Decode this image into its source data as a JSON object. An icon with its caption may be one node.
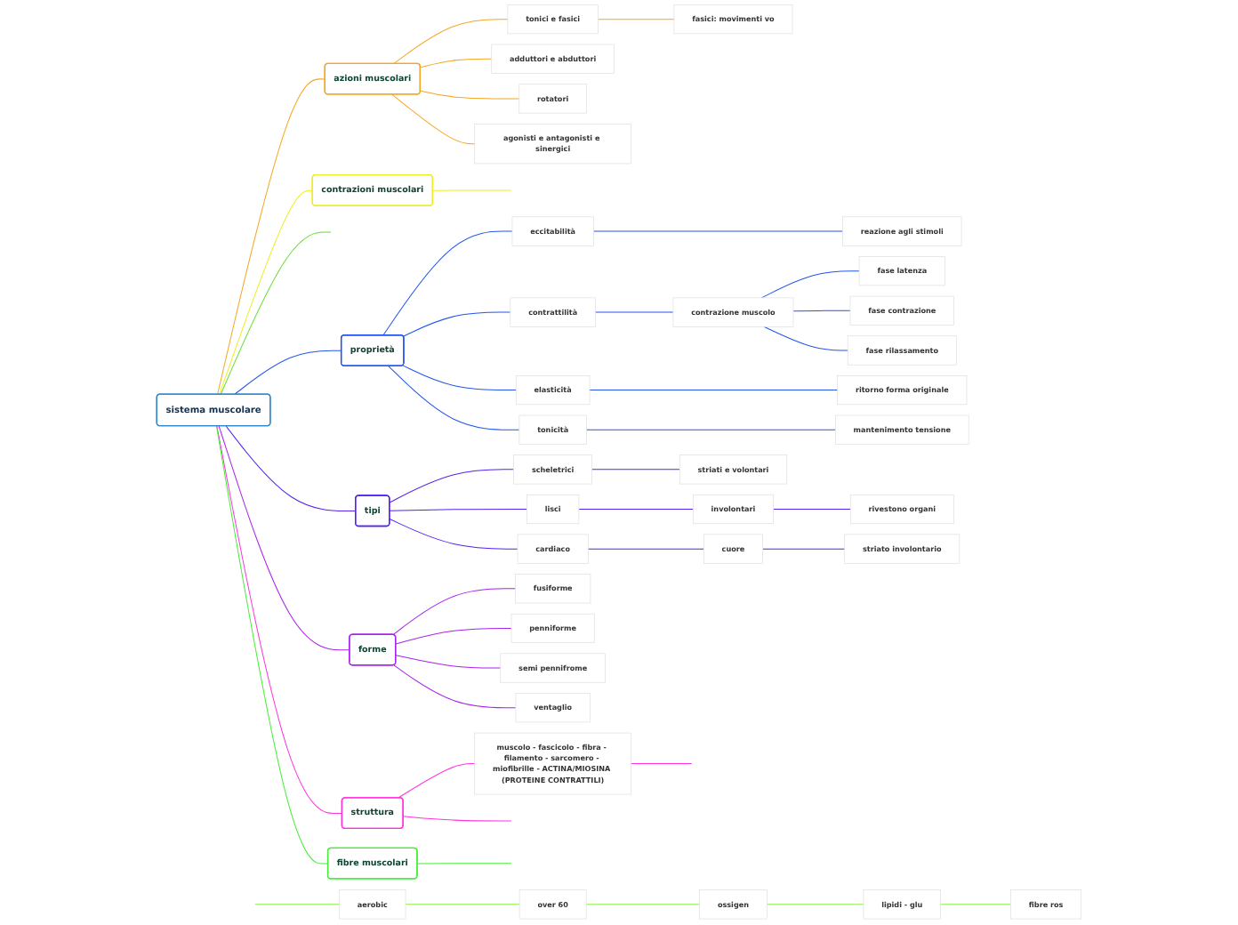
{
  "diagram": {
    "nodes": [
      {
        "text": [
          "sistema muscolare"
        ]
      },
      {
        "text": [
          "azioni muscolari"
        ]
      },
      {
        "text": [
          "tonici e fasici"
        ]
      },
      {
        "text": [
          "fasici: movimenti vo"
        ]
      },
      {
        "text": [
          "adduttori e abduttori"
        ]
      },
      {
        "text": [
          "rotatori"
        ]
      },
      {
        "text": [
          "agonisti e antagonisti e sinergici"
        ]
      },
      {
        "text": [
          "contrazioni muscolari"
        ]
      },
      {
        "text": [
          "proprietà"
        ]
      },
      {
        "text": [
          "eccitabilità"
        ]
      },
      {
        "text": [
          "reazione agli stimoli"
        ]
      },
      {
        "text": [
          "contrattilità"
        ]
      },
      {
        "text": [
          "contrazione muscolo"
        ]
      },
      {
        "text": [
          "fase latenza"
        ]
      },
      {
        "text": [
          "fase contrazione"
        ]
      },
      {
        "text": [
          "fase rilassamento"
        ]
      },
      {
        "text": [
          "elasticità"
        ]
      },
      {
        "text": [
          "ritorno forma originale"
        ]
      },
      {
        "text": [
          "tonicità"
        ]
      },
      {
        "text": [
          "mantenimento tensione"
        ]
      },
      {
        "text": [
          "tipi"
        ]
      },
      {
        "text": [
          "scheletrici"
        ]
      },
      {
        "text": [
          "striati e volontari"
        ]
      },
      {
        "text": [
          "lisci"
        ]
      },
      {
        "text": [
          "involontari"
        ]
      },
      {
        "text": [
          "rivestono organi"
        ]
      },
      {
        "text": [
          "cardiaco"
        ]
      },
      {
        "text": [
          "cuore"
        ]
      },
      {
        "text": [
          "striato involontario"
        ]
      },
      {
        "text": [
          "forme"
        ]
      },
      {
        "text": [
          "fusiforme"
        ]
      },
      {
        "text": [
          "penniforme"
        ]
      },
      {
        "text": [
          "semi pennifrome"
        ]
      },
      {
        "text": [
          "ventaglio"
        ]
      },
      {
        "text": [
          "struttura"
        ]
      },
      {
        "text": [
          "muscolo - fascicolo - fibra - filamento - sarcomero - miofibrille - ACTINA/MIOSINA (PROTEINE CONTRATTILI)"
        ]
      },
      {
        "text": [
          "fibre muscolari"
        ]
      },
      {
        "text": [
          "aerobic"
        ]
      },
      {
        "text": [
          "over 60"
        ]
      },
      {
        "text": [
          "ossigen"
        ]
      },
      {
        "text": [
          "lipidi - glu"
        ]
      },
      {
        "text": [
          "fibre ros"
        ]
      }
    ],
    "edges": [
      {
        "from": 0,
        "to": 1,
        "arrow": "none",
        "color": "#f5a623"
      },
      {
        "from": 1,
        "to": 2,
        "arrow": "none",
        "color": "#f5a623"
      },
      {
        "from": 2,
        "to": 3,
        "arrow": "none",
        "color": "#f5a623"
      },
      {
        "from": 1,
        "to": 4,
        "arrow": "none",
        "color": "#f5a623"
      },
      {
        "from": 1,
        "to": 5,
        "arrow": "none",
        "color": "#f5a623"
      },
      {
        "from": 1,
        "to": 6,
        "arrow": "none",
        "color": "#f5a623"
      },
      {
        "from": 0,
        "to": 7,
        "arrow": "none",
        "color": "#eeee22"
      },
      {
        "from": 7,
        "to": null,
        "arrow": "none",
        "color": "#eeee22"
      },
      {
        "from": 0,
        "to": null,
        "arrow": "none",
        "color": "#66dd33"
      },
      {
        "from": 0,
        "to": 8,
        "arrow": "none",
        "color": "#2255ee"
      },
      {
        "from": 8,
        "to": 9,
        "arrow": "none",
        "color": "#2255ee"
      },
      {
        "from": 9,
        "to": 10,
        "arrow": "none",
        "color": "#2255ee"
      },
      {
        "from": 8,
        "to": 11,
        "arrow": "none",
        "color": "#2255ee"
      },
      {
        "from": 11,
        "to": 12,
        "arrow": "none",
        "color": "#2255ee"
      },
      {
        "from": 12,
        "to": 13,
        "arrow": "none",
        "color": "#2255ee"
      },
      {
        "from": 12,
        "to": 14,
        "arrow": "none",
        "color": "#2255ee"
      },
      {
        "from": 12,
        "to": 15,
        "arrow": "none",
        "color": "#2255ee"
      },
      {
        "from": 8,
        "to": 16,
        "arrow": "none",
        "color": "#2255ee"
      },
      {
        "from": 16,
        "to": 17,
        "arrow": "none",
        "color": "#2255ee"
      },
      {
        "from": 8,
        "to": 18,
        "arrow": "none",
        "color": "#2255ee"
      },
      {
        "from": 18,
        "to": 19,
        "arrow": "none",
        "color": "#2255ee"
      },
      {
        "from": 0,
        "to": 20,
        "arrow": "none",
        "color": "#5522ee"
      },
      {
        "from": 20,
        "to": 21,
        "arrow": "none",
        "color": "#5522ee"
      },
      {
        "from": 21,
        "to": 22,
        "arrow": "none",
        "color": "#5522ee"
      },
      {
        "from": 20,
        "to": 23,
        "arrow": "none",
        "color": "#5522ee"
      },
      {
        "from": 23,
        "to": 24,
        "arrow": "none",
        "color": "#5522ee"
      },
      {
        "from": 24,
        "to": 25,
        "arrow": "none",
        "color": "#5522ee"
      },
      {
        "from": 20,
        "to": 26,
        "arrow": "none",
        "color": "#5522ee"
      },
      {
        "from": 26,
        "to": 27,
        "arrow": "none",
        "color": "#5522ee"
      },
      {
        "from": 27,
        "to": 28,
        "arrow": "none",
        "color": "#5522ee"
      },
      {
        "from": 0,
        "to": 29,
        "arrow": "none",
        "color": "#aa22ee"
      },
      {
        "from": 29,
        "to": 30,
        "arrow": "none",
        "color": "#aa22ee"
      },
      {
        "from": 29,
        "to": 31,
        "arrow": "none",
        "color": "#aa22ee"
      },
      {
        "from": 29,
        "to": 32,
        "arrow": "none",
        "color": "#aa22ee"
      },
      {
        "from": 29,
        "to": 33,
        "arrow": "none",
        "color": "#aa22ee"
      },
      {
        "from": 0,
        "to": 34,
        "arrow": "none",
        "color": "#ff33dd"
      },
      {
        "from": 34,
        "to": 35,
        "arrow": "none",
        "color": "#ff33dd"
      },
      {
        "from": 35,
        "to": null,
        "arrow": "none",
        "color": "#ff33dd"
      },
      {
        "from": 34,
        "to": null,
        "arrow": "none",
        "color": "#ff33dd"
      },
      {
        "from": 0,
        "to": 36,
        "arrow": "none",
        "color": "#44ee33"
      },
      {
        "from": 36,
        "to": null,
        "arrow": "none",
        "color": "#44ee33"
      },
      {
        "from": null,
        "to": 37,
        "arrow": "none",
        "color": "#88ee44"
      },
      {
        "from": 37,
        "to": 38,
        "arrow": "none",
        "color": "#88ee44"
      },
      {
        "from": 38,
        "to": 39,
        "arrow": "none",
        "color": "#88ee44"
      },
      {
        "from": 39,
        "to": 40,
        "arrow": "none",
        "color": "#88ee44"
      },
      {
        "from": 40,
        "to": 41,
        "arrow": "none",
        "color": "#88ee44"
      }
    ]
  }
}
